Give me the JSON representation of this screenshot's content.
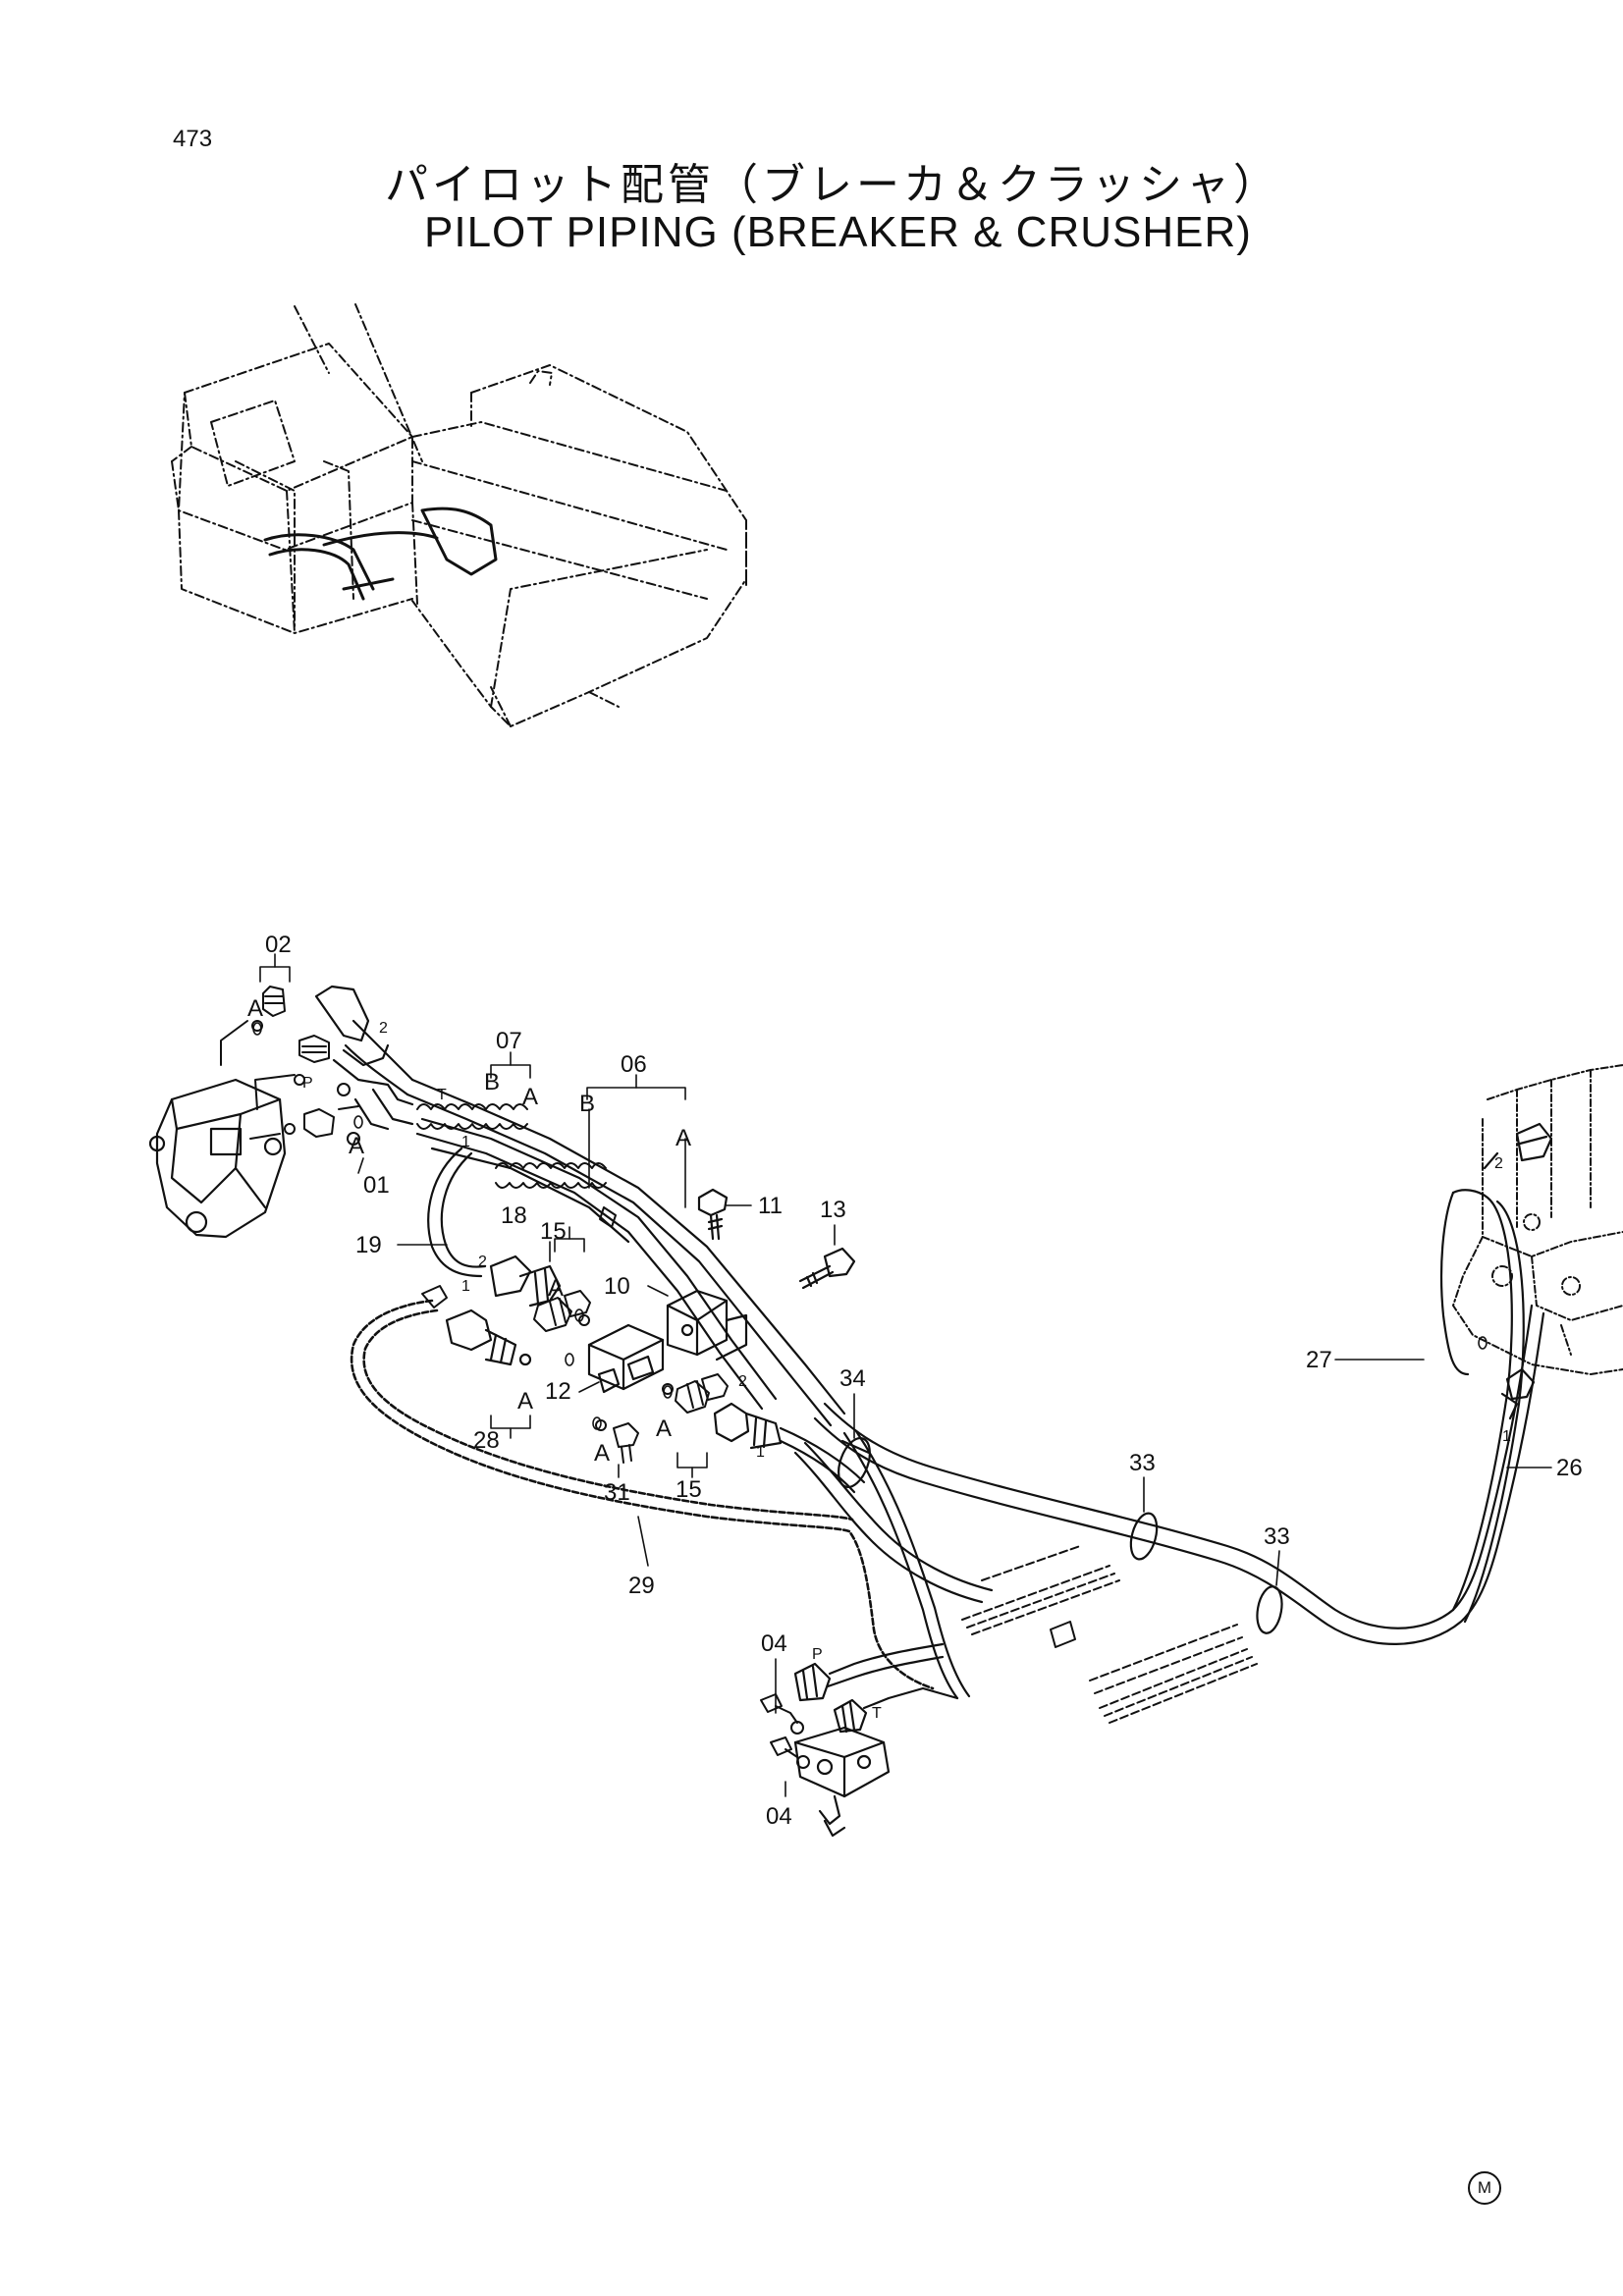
{
  "page": {
    "number": "473",
    "title_jp": "パイロット配管（ブレーカ＆クラッシャ）",
    "title_en": "PILOT  PIPING  (BREAKER & CRUSHER)",
    "mark": "M"
  },
  "callouts": [
    {
      "id": "c02",
      "text": "02"
    },
    {
      "id": "c01",
      "text": "01"
    },
    {
      "id": "c07",
      "text": "07"
    },
    {
      "id": "c06",
      "text": "06"
    },
    {
      "id": "c11",
      "text": "11"
    },
    {
      "id": "c13",
      "text": "13"
    },
    {
      "id": "c19",
      "text": "19"
    },
    {
      "id": "c18",
      "text": "18"
    },
    {
      "id": "c15a",
      "text": "15"
    },
    {
      "id": "c10",
      "text": "10"
    },
    {
      "id": "c12",
      "text": "12"
    },
    {
      "id": "c28",
      "text": "28"
    },
    {
      "id": "c31",
      "text": "31"
    },
    {
      "id": "c15b",
      "text": "15"
    },
    {
      "id": "c34",
      "text": "34"
    },
    {
      "id": "c33a",
      "text": "33"
    },
    {
      "id": "c33b",
      "text": "33"
    },
    {
      "id": "c29",
      "text": "29"
    },
    {
      "id": "c27",
      "text": "27"
    },
    {
      "id": "c26",
      "text": "26"
    },
    {
      "id": "c04a",
      "text": "04"
    },
    {
      "id": "c04b",
      "text": "04"
    }
  ],
  "port_labels": {
    "A": "A",
    "B": "B",
    "P": "P",
    "T": "T",
    "one": "1",
    "two": "2"
  }
}
